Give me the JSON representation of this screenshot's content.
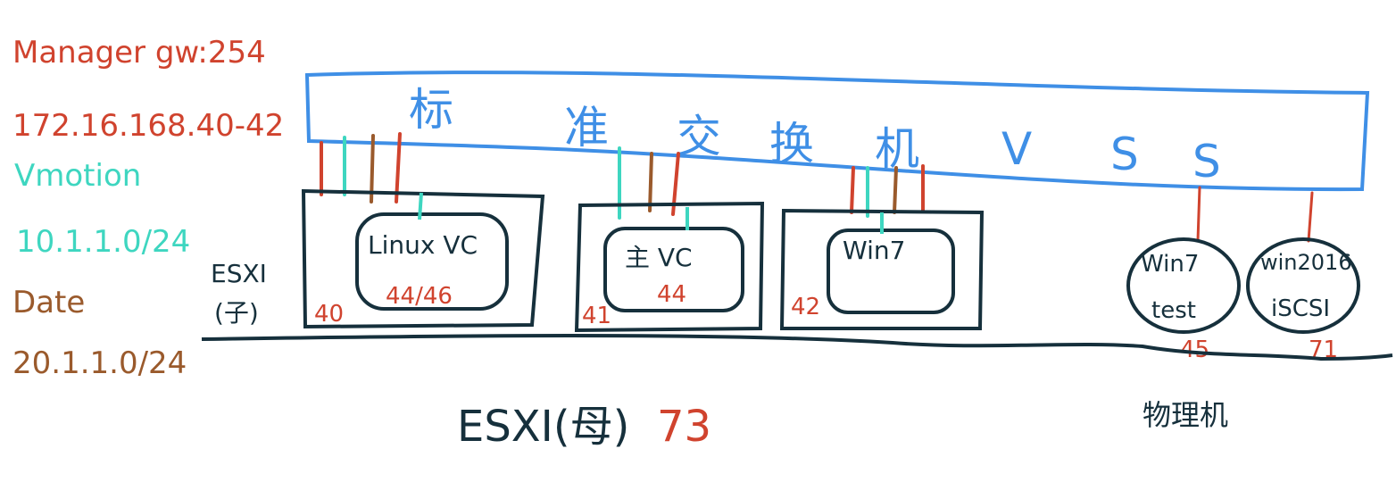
{
  "colors": {
    "management": "#d0432e",
    "vmotion": "#3ed6c0",
    "data": "#9a5a2c",
    "vss": "#3f8fe6",
    "ink": "#16303c"
  },
  "legend": {
    "management_title": "Manager gw:254",
    "management_range": "172.16.168.40-42",
    "vmotion_title": "Vmotion",
    "vmotion_subnet": "10.1.1.0/24",
    "data_title": "Date",
    "data_subnet": "20.1.1.0/24"
  },
  "vss": {
    "chars": [
      "标",
      "准",
      "交",
      "换",
      "机",
      "V",
      "S",
      "S"
    ]
  },
  "esxi_child_label": [
    "ESXI",
    "(子)"
  ],
  "hosts": [
    {
      "vm_label": "Linux VC",
      "vm_ip": "44/46",
      "host_ip": "40"
    },
    {
      "vm_label": "主 VC",
      "vm_ip": "44",
      "host_ip": "41"
    },
    {
      "vm_label": "Win7",
      "vm_ip": "",
      "host_ip": "42"
    }
  ],
  "external_vms": [
    {
      "label_line1": "Win7",
      "label_line2": "test",
      "ip": "45"
    },
    {
      "label_line1": "win2016",
      "label_line2": "iSCSI",
      "ip": "71"
    }
  ],
  "parent": {
    "label": "ESXI(母)",
    "ip": "73"
  },
  "physical_label": "物理机"
}
